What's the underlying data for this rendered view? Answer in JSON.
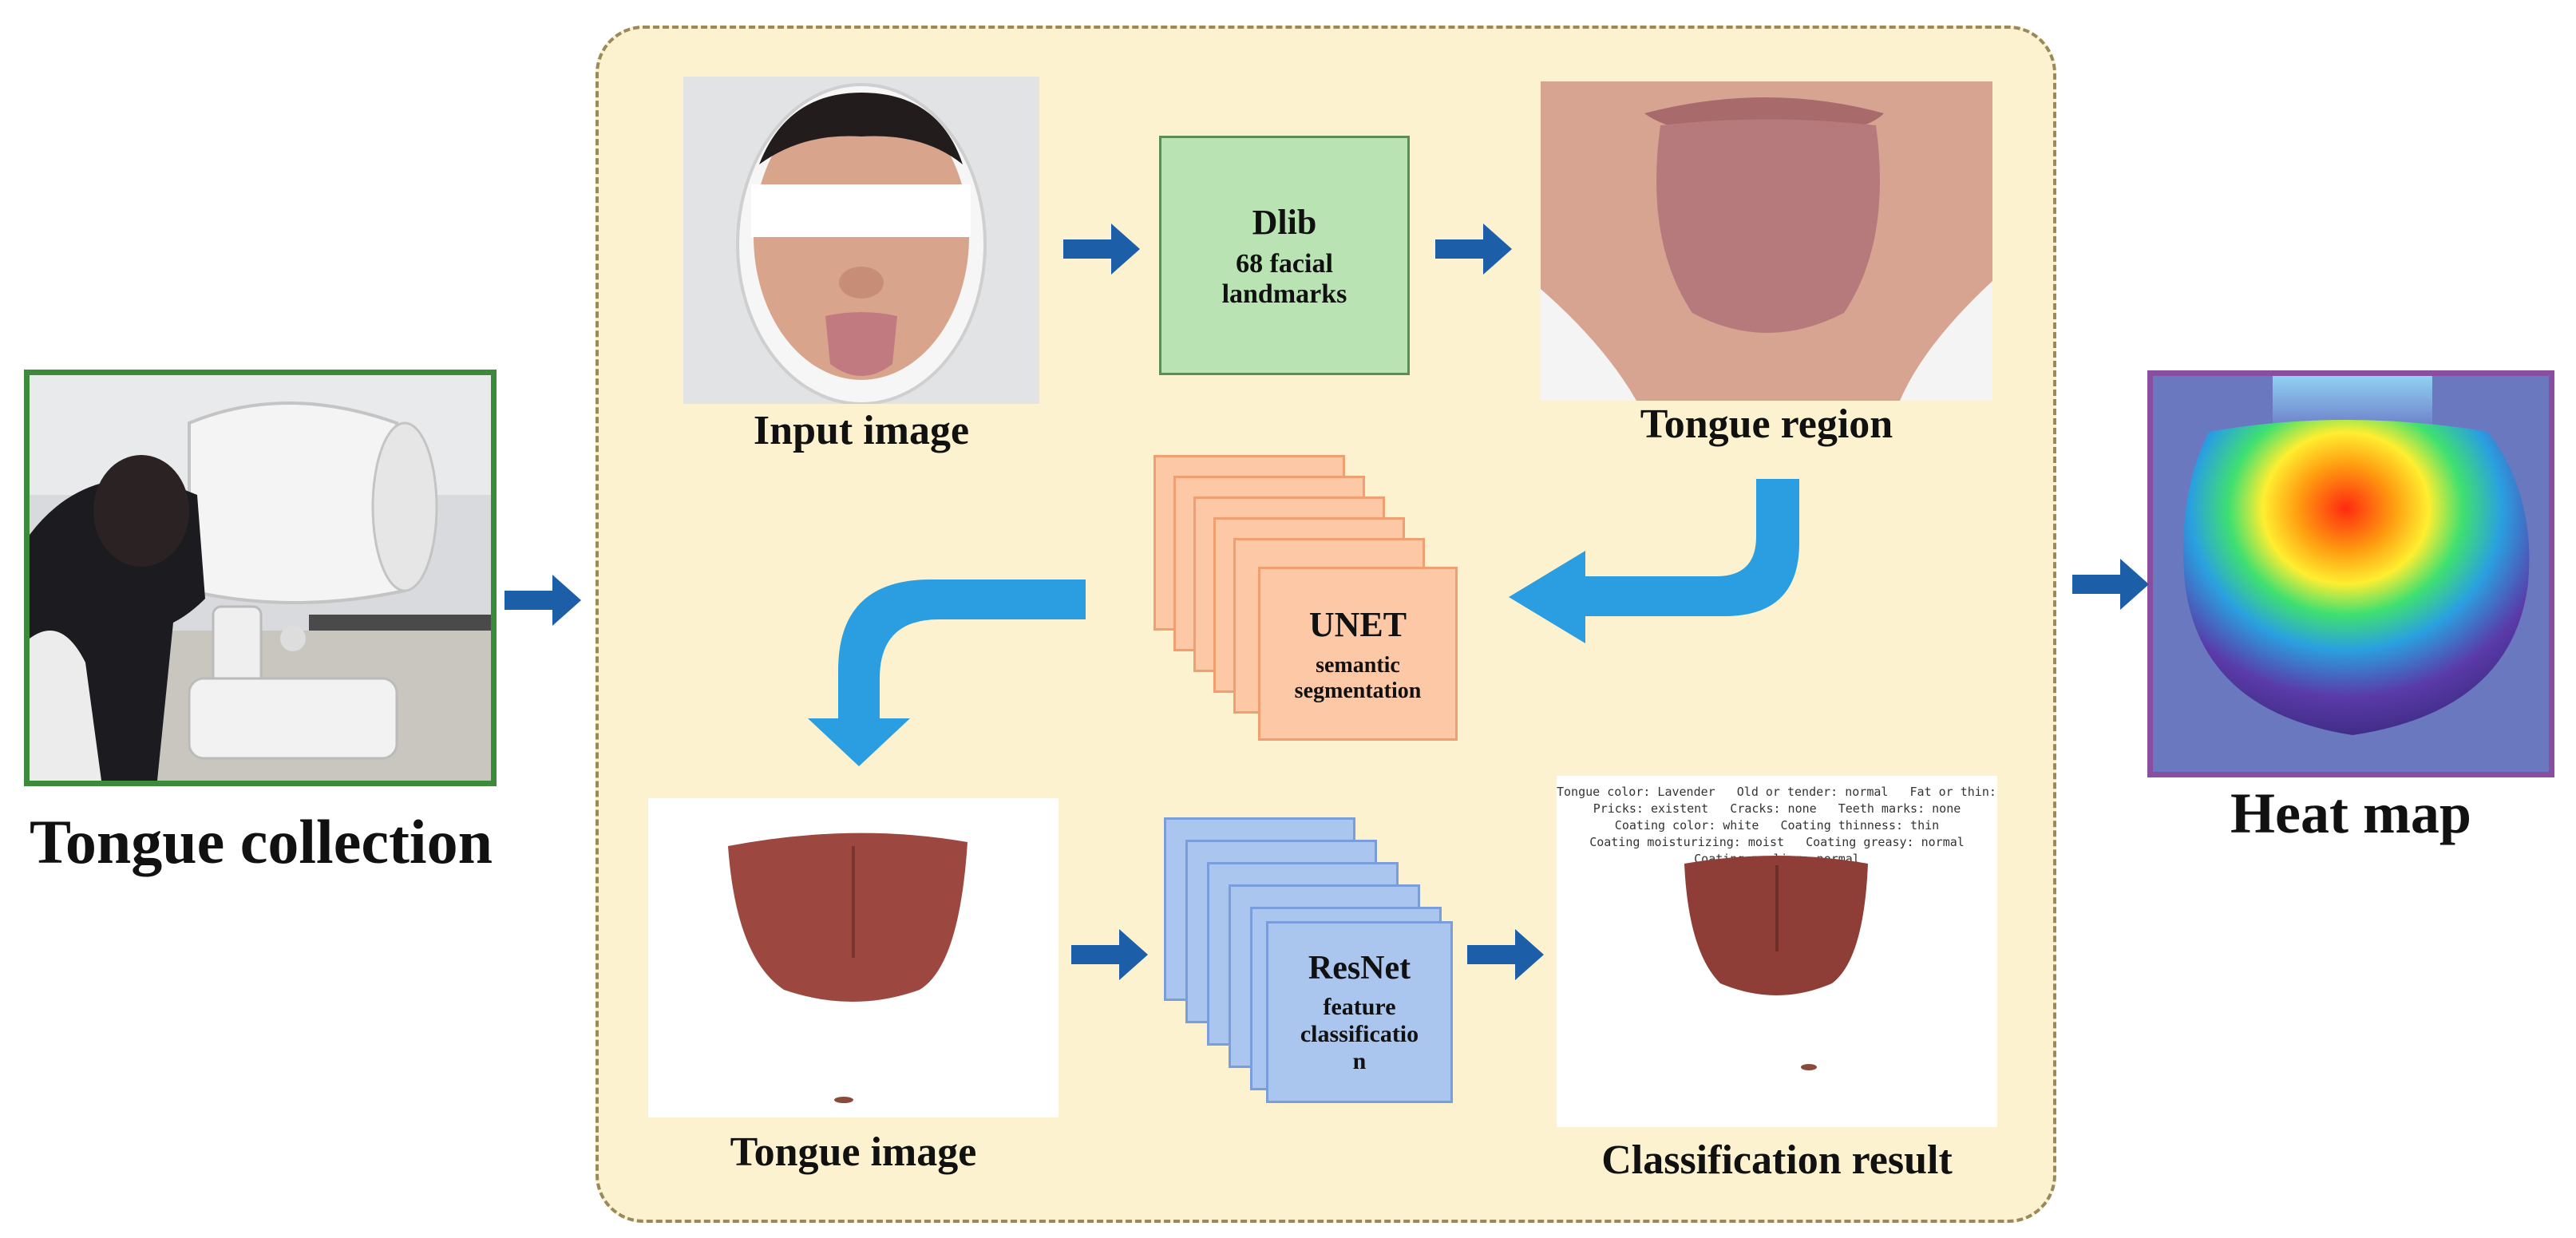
{
  "labels": {
    "tongue_collection": "Tongue collection",
    "heat_map": "Heat map",
    "input_image": "Input image",
    "tongue_region": "Tongue region",
    "tongue_image": "Tongue image",
    "classification_result": "Classification result"
  },
  "dlib": {
    "title": "Dlib",
    "line1": "68 facial",
    "line2": "landmarks"
  },
  "unet": {
    "title": "UNET",
    "line1": "semantic",
    "line2": "segmentation"
  },
  "resnet": {
    "title": "ResNet",
    "line1": "feature",
    "line2": "classificatio",
    "line3": "n"
  },
  "classification_text": {
    "line1": "Tongue color: Lavender   Old or tender: normal   Fat or thin: normal",
    "line2": "Pricks: existent   Cracks: none   Teeth marks: none",
    "line3": "Coating color: white   Coating thinness: thin",
    "line4": "Coating moisturizing: moist   Coating greasy: normal",
    "line5": "Coating peeling: normal"
  },
  "colors": {
    "panel_bg": "#fdf2cf",
    "dlib_box": "#b9e3b2",
    "unet_box": "#fcc8a6",
    "resnet_box": "#aac6ee",
    "arrow_dark": "#1c5ea8",
    "arrow_light": "#2a9ee0",
    "frame_green": "#3d8a3a",
    "frame_purple": "#8a4ea0"
  }
}
